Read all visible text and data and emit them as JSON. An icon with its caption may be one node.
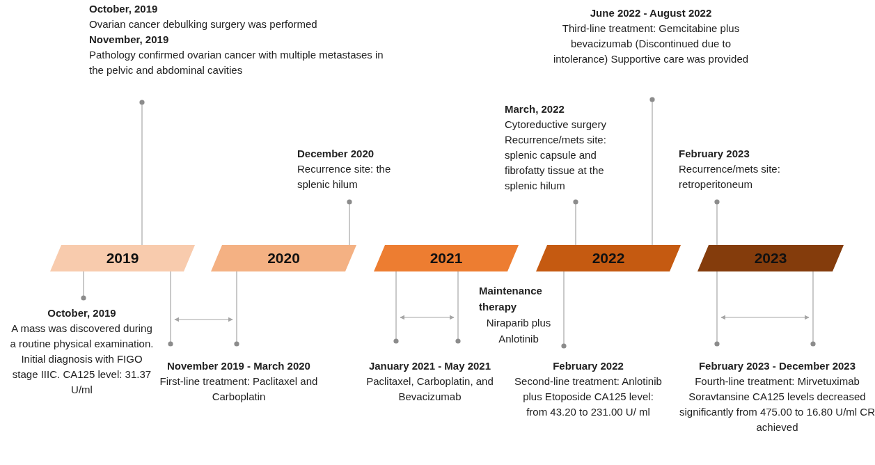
{
  "diagram": {
    "nodes": [
      {
        "text": [
          "2019"
        ]
      },
      {
        "text": [
          "2020"
        ]
      },
      {
        "text": [
          "2021"
        ]
      },
      {
        "text": [
          "2022"
        ]
      },
      {
        "text": [
          "2023"
        ]
      },
      {
        "text": [
          "October, 2019",
          "Ovarian cancer debulking surgery was performed",
          "November, 2019",
          "Pathology confirmed ovarian cancer with multiple metastases in the pelvic and abdominal cavities"
        ]
      },
      {
        "text": [
          "December 2020",
          "Recurrence site: the splenic hilum"
        ]
      },
      {
        "text": [
          "March, 2022",
          "Cytoreductive surgery Recurrence/mets site: splenic capsule and fibrofatty tissue at the splenic hilum"
        ]
      },
      {
        "text": [
          "June 2022 - August 2022",
          "Third-line treatment: Gemcitabine plus bevacizumab (Discontinued due to intolerance) Supportive care was provided"
        ]
      },
      {
        "text": [
          "February 2023",
          "Recurrence/mets site: retroperitoneum"
        ]
      },
      {
        "text": [
          "October, 2019",
          "A mass was discovered during a routine physical examination. Initial diagnosis with FIGO stage IIIC. CA125 level: 31.37 U/ml"
        ]
      },
      {
        "text": [
          "November 2019 - March 2020",
          "First-line treatment: Paclitaxel and Carboplatin"
        ]
      },
      {
        "text": [
          "January 2021 - May 2021",
          "Paclitaxel, Carboplatin, and Bevacizumab"
        ]
      },
      {
        "text": [
          "February 2022",
          "Second-line treatment: Anlotinib plus Etoposide CA125 level: from 43.20 to 231.00 U/ ml"
        ]
      },
      {
        "text": [
          "February 2023 - December 2023",
          "Fourth-line treatment: Mirvetuximab Soravtansine CA125 levels decreased significantly from 475.00 to 16.80 U/ml CR achieved"
        ]
      }
    ],
    "edges": [
      {
        "from": 0,
        "to": 5,
        "arrow": "other"
      },
      {
        "from": 1,
        "to": 6,
        "arrow": "other"
      },
      {
        "from": 3,
        "to": 7,
        "arrow": "other"
      },
      {
        "from": 3,
        "to": 8,
        "arrow": "other"
      },
      {
        "from": 4,
        "to": 9,
        "arrow": "other"
      },
      {
        "from": 0,
        "to": 10,
        "arrow": "other"
      },
      {
        "from": 0,
        "to": 11,
        "arrow": "other"
      },
      {
        "from": 1,
        "to": 11,
        "arrow": "other"
      },
      {
        "from": 2,
        "to": 12,
        "arrow": "other"
      },
      {
        "from": 2,
        "to": 12,
        "arrow": "other"
      },
      {
        "from": 3,
        "to": 13,
        "arrow": "other"
      },
      {
        "from": 4,
        "to": 14,
        "arrow": "other"
      },
      {
        "from": 4,
        "to": 14,
        "arrow": "other"
      }
    ],
    "labels": [
      "Maintenance therapy",
      "Niraparib plus Anlotinib"
    ]
  }
}
